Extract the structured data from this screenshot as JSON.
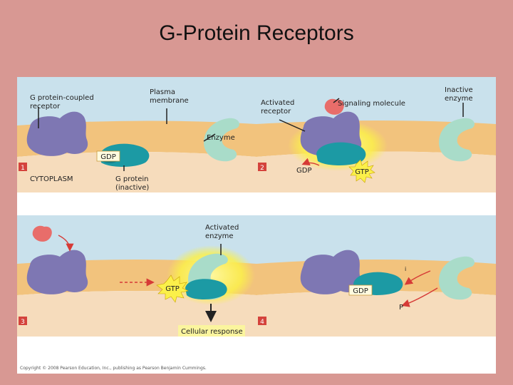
{
  "slide": {
    "title": "G-Protein Receptors"
  },
  "panel1": {
    "step_number": "1",
    "labels": {
      "gpcr": [
        "G protein-coupled",
        "receptor"
      ],
      "plasma_membrane": [
        "Plasma",
        "membrane"
      ],
      "cytoplasm": "CYTOPLASM",
      "gprotein": [
        "G protein",
        "(inactive)"
      ],
      "enzyme": "Enzyme",
      "gdp": "GDP"
    }
  },
  "panel2": {
    "step_number": "2",
    "labels": {
      "activated_receptor": [
        "Activated",
        "receptor"
      ],
      "signaling_molecule": "Signaling molecule",
      "inactive_enzyme": [
        "Inactive",
        "enzyme"
      ],
      "gdp": "GDP",
      "gtp": "GTP"
    }
  },
  "panel3": {
    "step_number": "3",
    "labels": {
      "activated_enzyme": [
        "Activated",
        "enzyme"
      ],
      "gtp": "GTP",
      "cellular_response": "Cellular response"
    }
  },
  "panel4": {
    "step_number": "4",
    "labels": {
      "gdp": "GDP",
      "pi": "P",
      "i_mark": "i"
    }
  },
  "copyright": "Copyright © 2008 Pearson Education, Inc., publishing as Pearson Benjamin Cummings.",
  "colors": {
    "slide_bg": "#d89893",
    "extracellular": "#c9e1ec",
    "membrane": "#f2c37d",
    "cytoplasm": "#f6dcbc",
    "receptor": "#7e77b3",
    "gprotein": "#1c9aa4",
    "enzyme": "#a9dcc9",
    "signal": "#e86d6a",
    "glow": "#fbf04a",
    "arrow": "#d63a36",
    "step_badge": "#d4433c"
  }
}
